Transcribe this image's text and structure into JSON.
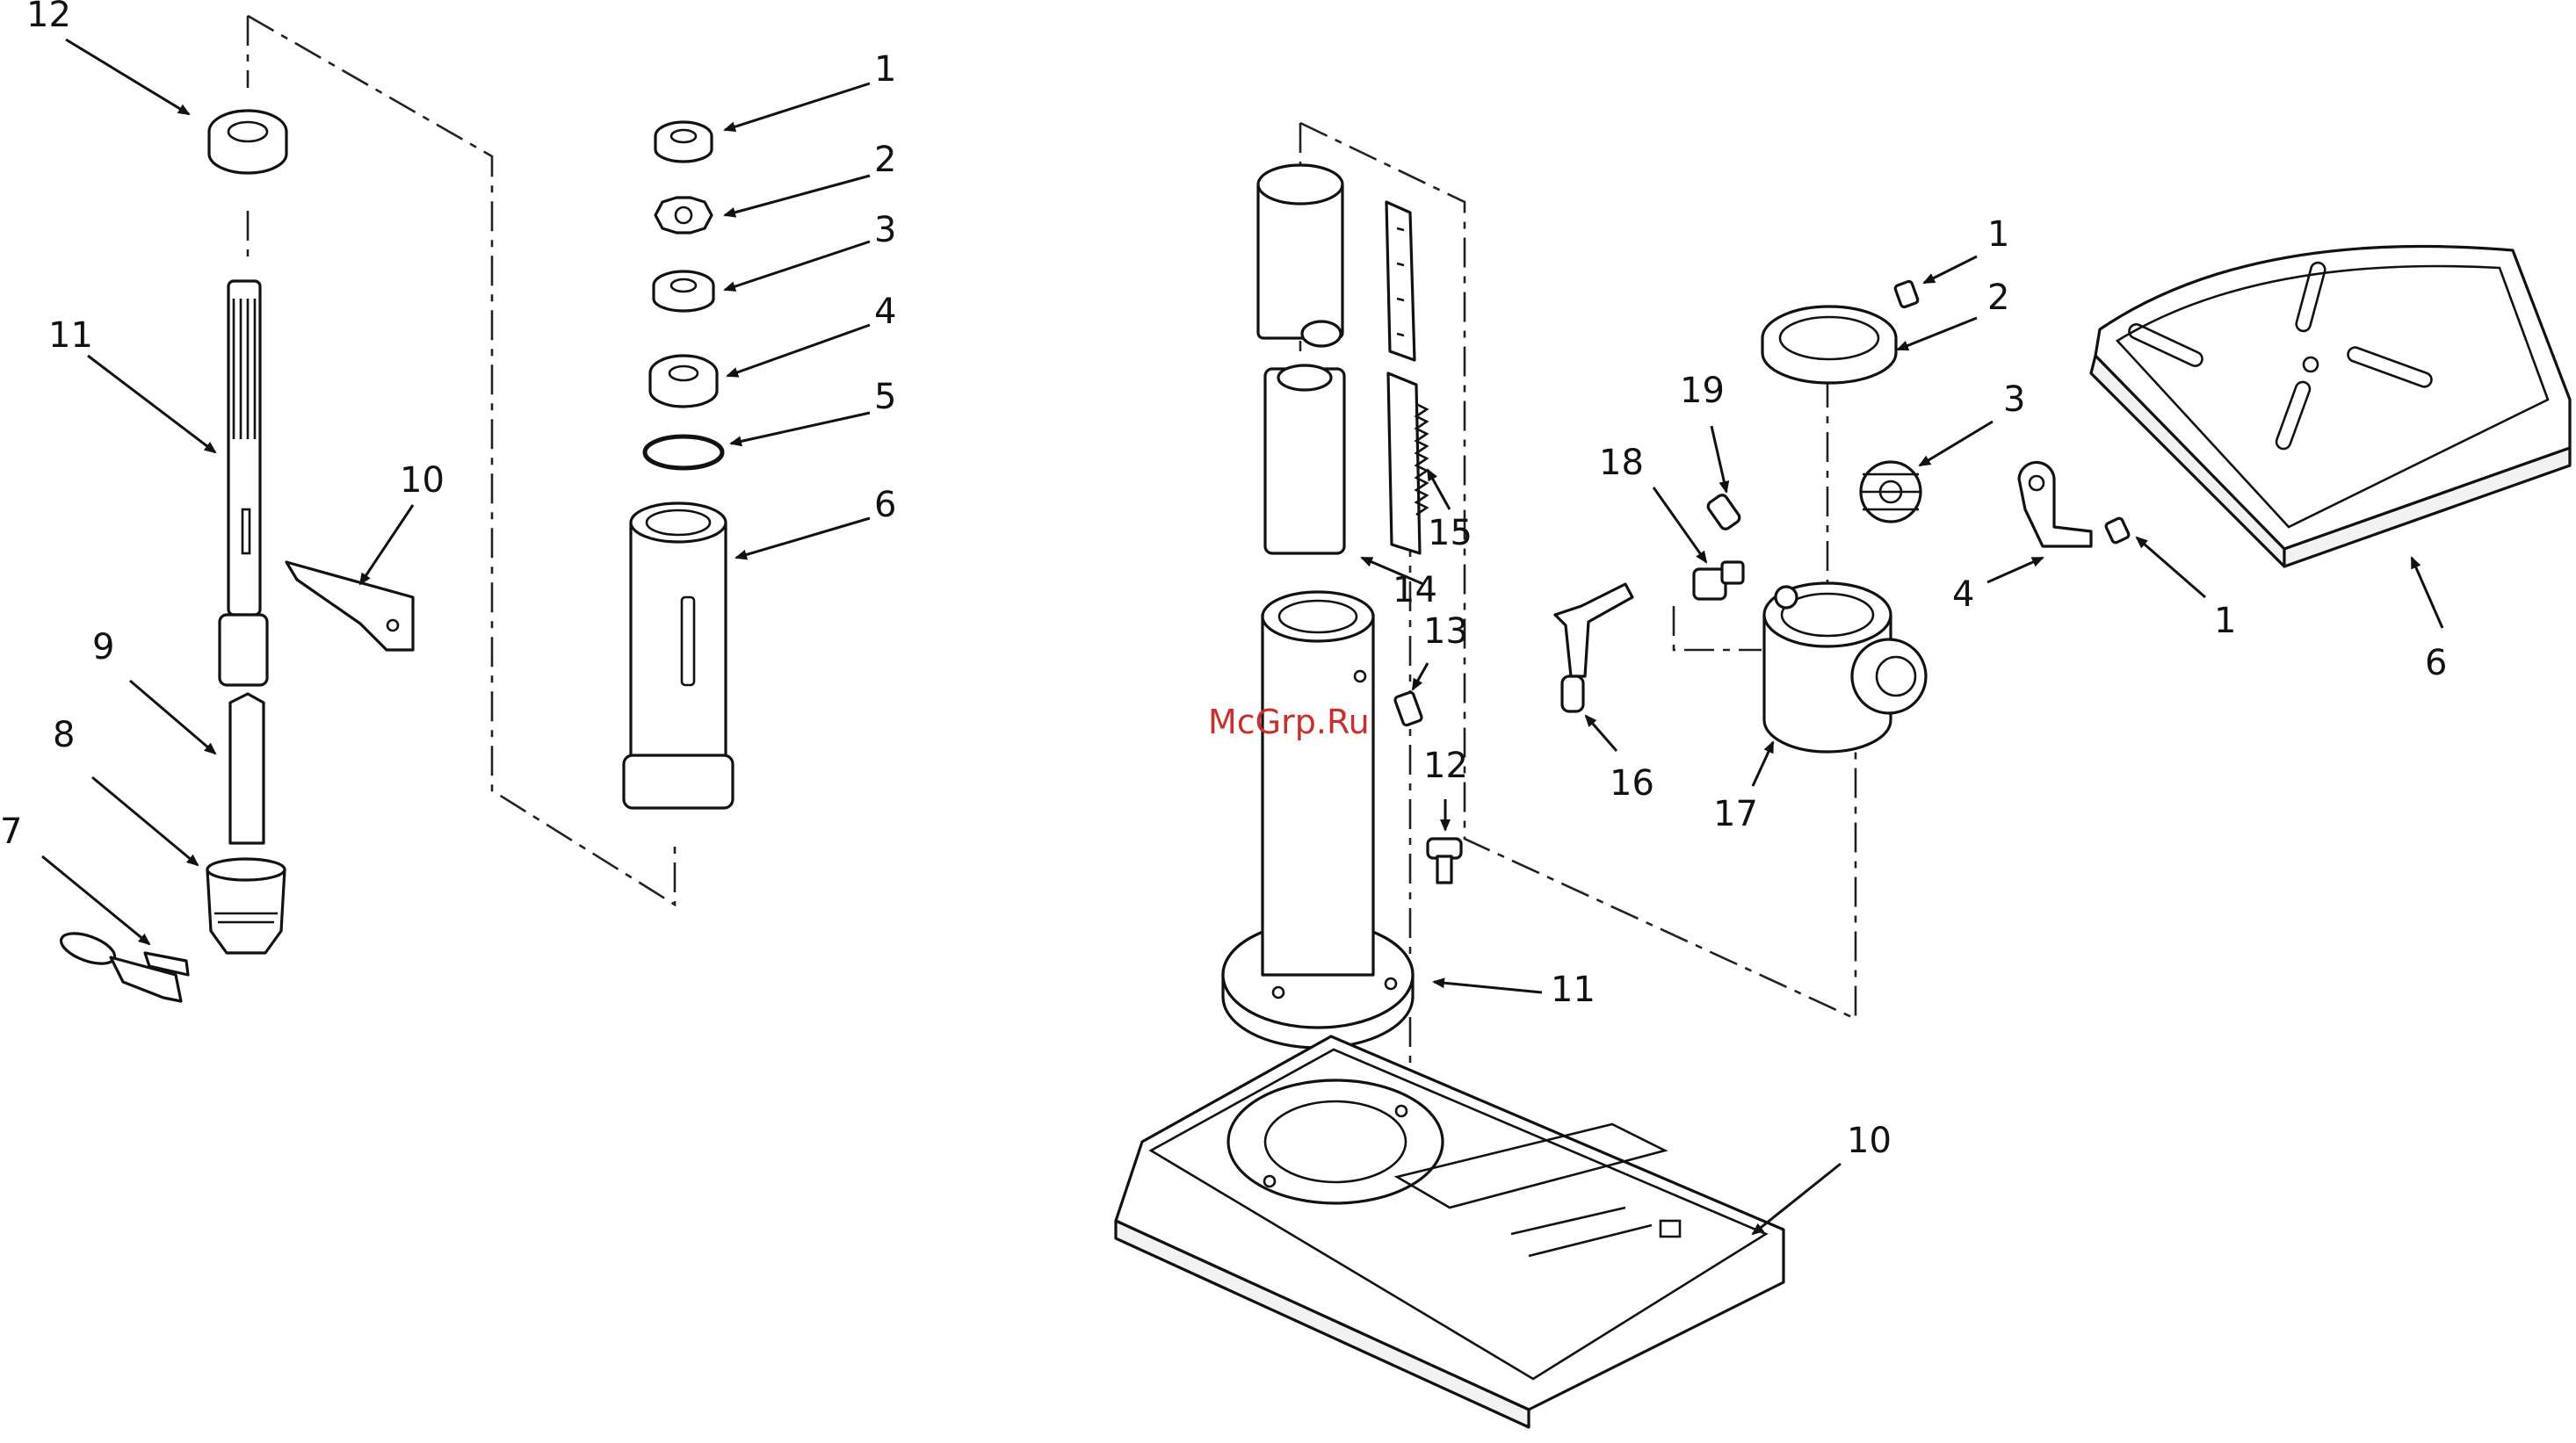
{
  "watermark": "McGrp.Ru",
  "callouts": {
    "left": {
      "n1": "1",
      "n2": "2",
      "n3": "3",
      "n4": "4",
      "n5": "5",
      "n6": "6",
      "n7": "7",
      "n8": "8",
      "n9": "9",
      "n10": "10",
      "n11": "11",
      "n12": "12"
    },
    "column": {
      "n10": "10",
      "n11": "11",
      "n12": "12",
      "n13": "13",
      "n14": "14",
      "n15": "15"
    },
    "table": {
      "n1a": "1",
      "n1b": "1",
      "n2": "2",
      "n3": "3",
      "n4": "4",
      "n6": "6",
      "n16": "16",
      "n17": "17",
      "n18": "18",
      "n19": "19"
    }
  }
}
